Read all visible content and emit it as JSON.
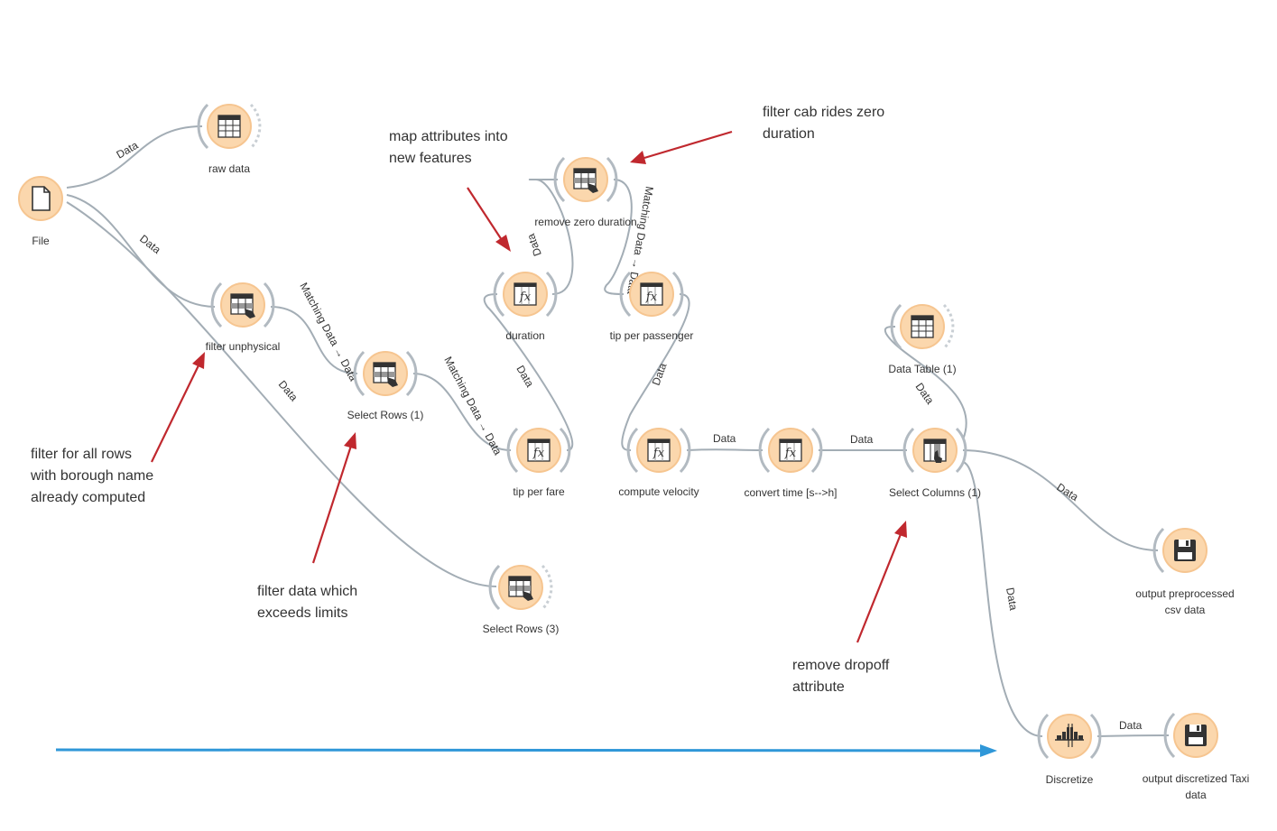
{
  "nodes": {
    "file": {
      "label": "File",
      "icon": "file-icon"
    },
    "raw_data": {
      "label": "raw data",
      "icon": "table-icon"
    },
    "filter_unphysical": {
      "label": "filter unphysical",
      "icon": "select-rows-icon"
    },
    "select_rows_1": {
      "label": "Select Rows (1)",
      "icon": "select-rows-icon"
    },
    "select_rows_3": {
      "label": "Select Rows (3)",
      "icon": "select-rows-icon"
    },
    "remove_zero_duration": {
      "label": "remove zero duration",
      "icon": "select-rows-icon"
    },
    "duration": {
      "label": "duration",
      "icon": "formula-icon"
    },
    "tip_per_passenger": {
      "label": "tip per passenger",
      "icon": "formula-icon"
    },
    "tip_per_fare": {
      "label": "tip per fare",
      "icon": "formula-icon"
    },
    "compute_velocity": {
      "label": "compute velocity",
      "icon": "formula-icon"
    },
    "convert_time": {
      "label": "convert time [s-->h]",
      "icon": "formula-icon"
    },
    "data_table_1": {
      "label": "Data Table (1)",
      "icon": "table-icon"
    },
    "select_columns_1": {
      "label": "Select Columns (1)",
      "icon": "select-columns-icon"
    },
    "output_preprocessed": {
      "label_line1": "output preprocessed",
      "label_line2": "csv data",
      "icon": "save-icon"
    },
    "discretize": {
      "label": "Discretize",
      "icon": "discretize-icon"
    },
    "output_discretized": {
      "label_line1": "output discretized Taxi",
      "label_line2": "data",
      "icon": "save-icon"
    }
  },
  "edges": {
    "file_raw": "Data",
    "file_filter": "Data",
    "file_select3": "Data",
    "filter_select1": "Matching Data → Data",
    "select1_tipfare": "Matching Data → Data",
    "duration_remove": "Data",
    "remove_tippass": "Matching Data → Data",
    "tippass_velocity": "Data",
    "velocity_convert": "Data",
    "convert_selectcols": "Data",
    "selectcols_datatable": "Data",
    "selectcols_output": "Data",
    "selectcols_discretize": "Data",
    "discretize_output": "Data"
  },
  "notes": {
    "map_attributes": [
      "map attributes into",
      "new features"
    ],
    "filter_zero": [
      "filter cab rides zero",
      "duration"
    ],
    "filter_borough": [
      "filter for all rows",
      "with borough name",
      "already computed"
    ],
    "filter_limits": [
      "filter data which",
      "exceeds limits"
    ],
    "remove_dropoff": [
      "remove dropoff",
      "attribute"
    ]
  },
  "colors": {
    "node_fill": "#fbd7ad",
    "edge": "#a3adb5",
    "annotation_arrow": "#c0282e",
    "flow_arrow": "#2f97d8"
  }
}
